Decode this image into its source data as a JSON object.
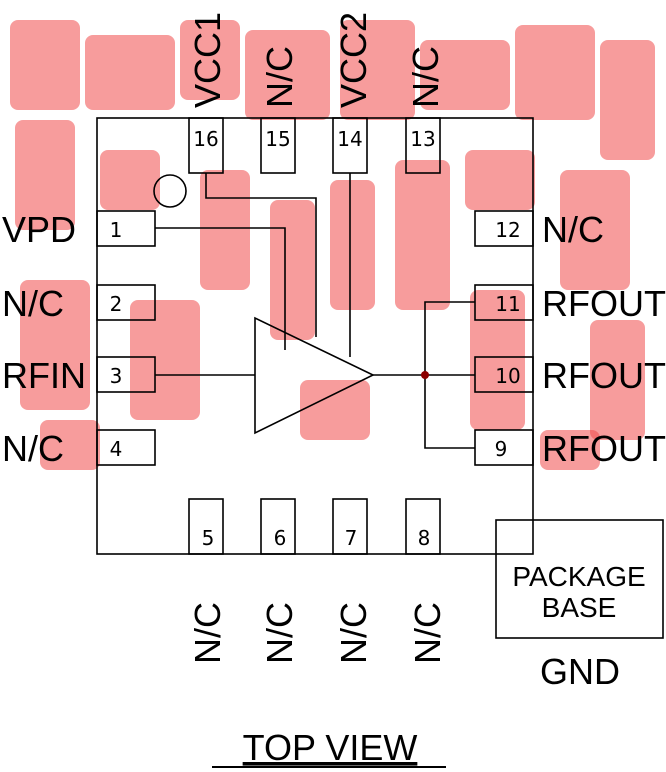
{
  "pins_top": [
    {
      "number": "16",
      "label": "VCC1"
    },
    {
      "number": "15",
      "label": "N/C"
    },
    {
      "number": "14",
      "label": "VCC2"
    },
    {
      "number": "13",
      "label": "N/C"
    }
  ],
  "pins_left": [
    {
      "number": "1",
      "label": "VPD"
    },
    {
      "number": "2",
      "label": "N/C"
    },
    {
      "number": "3",
      "label": "RFIN"
    },
    {
      "number": "4",
      "label": "N/C"
    }
  ],
  "pins_right": [
    {
      "number": "12",
      "label": "N/C"
    },
    {
      "number": "11",
      "label": "RFOUT"
    },
    {
      "number": "10",
      "label": "RFOUT"
    },
    {
      "number": "9",
      "label": "RFOUT"
    }
  ],
  "pins_bottom": [
    {
      "number": "5",
      "label": "N/C"
    },
    {
      "number": "6",
      "label": "N/C"
    },
    {
      "number": "7",
      "label": "N/C"
    },
    {
      "number": "8",
      "label": "N/C"
    }
  ],
  "package_base": {
    "line1": "PACKAGE",
    "line2": "BASE",
    "net": "GND"
  },
  "view_caption": "TOP VIEW",
  "colors": {
    "line": "#000000",
    "watermark": "#f04a4a"
  }
}
